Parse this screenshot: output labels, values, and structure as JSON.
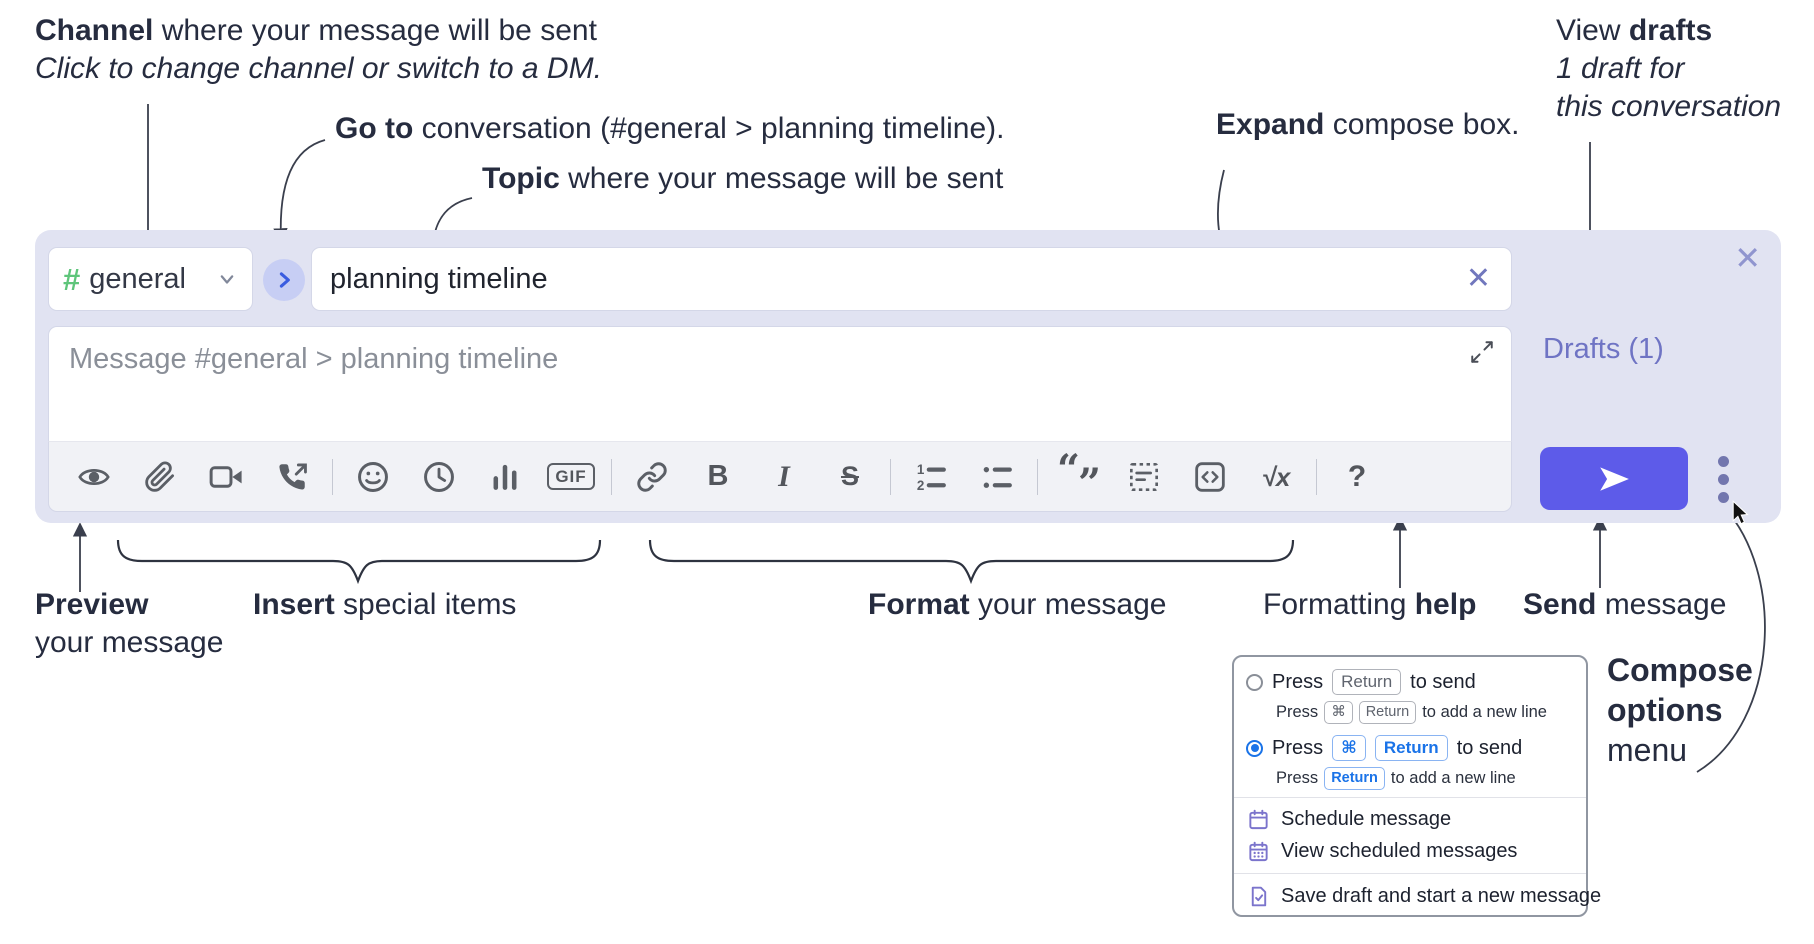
{
  "ann": {
    "channel": {
      "bold": "Channel",
      "rest": " where your message will be sent",
      "sub": "Click to change channel or switch to a DM."
    },
    "goto": {
      "bold": "Go to",
      "rest": " conversation (#general > planning timeline)."
    },
    "topic": {
      "bold": "Topic",
      "rest": " where your message will be sent"
    },
    "expand": {
      "bold": "Expand",
      "rest": " compose box."
    },
    "drafts": {
      "pre": "View ",
      "bold": "drafts",
      "sub1": "1 draft for",
      "sub2": "this conversation"
    },
    "preview": {
      "bold": "Preview",
      "sub": "your message"
    },
    "insert": {
      "bold": "Insert",
      "rest": " special items"
    },
    "format": {
      "bold": "Format",
      "rest": " your message"
    },
    "help": {
      "pre": "Formatting ",
      "bold": "help"
    },
    "send": {
      "bold": "Send",
      "rest": " message"
    },
    "compose_options": {
      "bold1": "Compose",
      "bold2": "options",
      "rest": "menu"
    }
  },
  "compose": {
    "channel_hash": "#",
    "channel_name": "general",
    "topic_value": "planning timeline",
    "topic_clear_glyph": "✕",
    "close_glyph": "✕",
    "message_placeholder": "Message #general > planning timeline",
    "drafts_link": "Drafts (1)",
    "toolbar": {
      "gif": "GIF",
      "bold": "B",
      "italic": "I",
      "strike": "S",
      "quote_open": "“",
      "quote_close": "”",
      "math": "√x",
      "help": "?"
    }
  },
  "menu": {
    "opt1": {
      "pre": "Press",
      "kbd": "Return",
      "post": "to send"
    },
    "opt1_sub": {
      "pre": "Press",
      "kbd1": "⌘",
      "kbd2": "Return",
      "post": "to add a new line"
    },
    "opt2": {
      "pre": "Press",
      "kbd1": "⌘",
      "kbd2": "Return",
      "post": "to send"
    },
    "opt2_sub": {
      "pre": "Press",
      "kbd": "Return",
      "post": "to add a new line"
    },
    "items": [
      {
        "label": "Schedule message"
      },
      {
        "label": "View scheduled messages"
      },
      {
        "label": "Save draft and start a new message"
      }
    ]
  },
  "colors": {
    "compose_bg": "#e1e3f2",
    "send_accent": "#5d5be9",
    "hash_green": "#5ec57a",
    "drafts_purple": "#6f74c4",
    "kbd_blue": "#1a73e8",
    "annotation_text": "#262c3f"
  }
}
